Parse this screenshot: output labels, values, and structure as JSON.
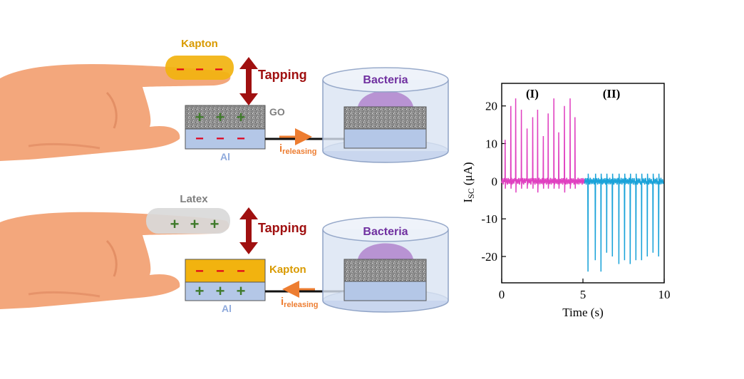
{
  "colors": {
    "skin": "#f3a77c",
    "skin_shadow": "#d97f57",
    "kapton": "#f2b30f",
    "kapton_text": "#d99a00",
    "latex": "#d9d9d9",
    "minus_sign": "#e0001b",
    "plus_sign": "#3f7a2b",
    "go_layer": "#8a8a8a",
    "al_layer": "#b4c7e7",
    "al_text": "#8faadc",
    "tapping_arrow": "#a01010",
    "current_arrow": "#ed7d31",
    "bacteria_text": "#7030a0",
    "bacteria_dome": "#b084cc",
    "dish": "#dae3f3",
    "series_I": "#e040c0",
    "series_II": "#1aa3d9"
  },
  "top_panel": {
    "finger_coating": "Kapton",
    "tapping": "Tapping",
    "electrode_coating": "GO",
    "electrode_base": "Al",
    "current_main": "i",
    "current_sub": "releasing",
    "dish_label": "Bacteria",
    "finger_charges": [
      "−",
      "−",
      "−"
    ],
    "coating_charges": [
      "+",
      "+",
      "+"
    ],
    "base_charges": [
      "−",
      "−",
      "−"
    ]
  },
  "bottom_panel": {
    "finger_coating": "Latex",
    "tapping": "Tapping",
    "electrode_coating": "Kapton",
    "electrode_base": "Al",
    "current_main": "i",
    "current_sub": "releasing",
    "dish_label": "Bacteria",
    "finger_charges": [
      "+",
      "+",
      "+"
    ],
    "coating_charges": [
      "−",
      "−",
      "−"
    ],
    "base_charges": [
      "+",
      "+",
      "+"
    ]
  },
  "chart_data": {
    "type": "line",
    "xlabel": "Time (s)",
    "ylabel_main": "I",
    "ylabel_sub": "SC",
    "ylabel_unit": "(μA)",
    "xlim": [
      0,
      10
    ],
    "ylim": [
      -27,
      26
    ],
    "xticks": [
      0,
      5,
      10
    ],
    "yticks": [
      20,
      10,
      0,
      -10,
      -20
    ],
    "grid": false,
    "annotations": [
      "(I)",
      "(II)"
    ],
    "series": [
      {
        "label": "(I)",
        "x_range": [
          0,
          5.1
        ],
        "pulse_times": [
          0.2,
          0.55,
          0.85,
          1.2,
          1.55,
          1.9,
          2.2,
          2.55,
          2.85,
          3.2,
          3.5,
          3.85,
          4.2,
          4.5
        ],
        "pulse_peaks": [
          11,
          20,
          22,
          19,
          14,
          17,
          19,
          12,
          18,
          22,
          13,
          20,
          22,
          17
        ],
        "pulse_troughs": [
          -2,
          -2,
          -3,
          -2,
          -2,
          -2,
          -3,
          -2,
          -2,
          -2,
          -2,
          -3,
          -2,
          -2
        ],
        "baseline": 0
      },
      {
        "label": "(II)",
        "x_range": [
          5.1,
          10
        ],
        "pulse_times": [
          5.3,
          5.75,
          6.1,
          6.45,
          6.8,
          7.2,
          7.55,
          7.9,
          8.25,
          8.6,
          8.95,
          9.3,
          9.65
        ],
        "pulse_troughs": [
          -24,
          -21,
          -24,
          -19,
          -20,
          -22,
          -21,
          -22,
          -21,
          -21,
          -20,
          -19,
          -20
        ],
        "pulse_peaks": [
          2,
          2,
          2,
          2,
          2,
          2,
          2,
          2,
          2,
          2,
          2,
          2,
          2
        ],
        "baseline": 0
      }
    ]
  }
}
